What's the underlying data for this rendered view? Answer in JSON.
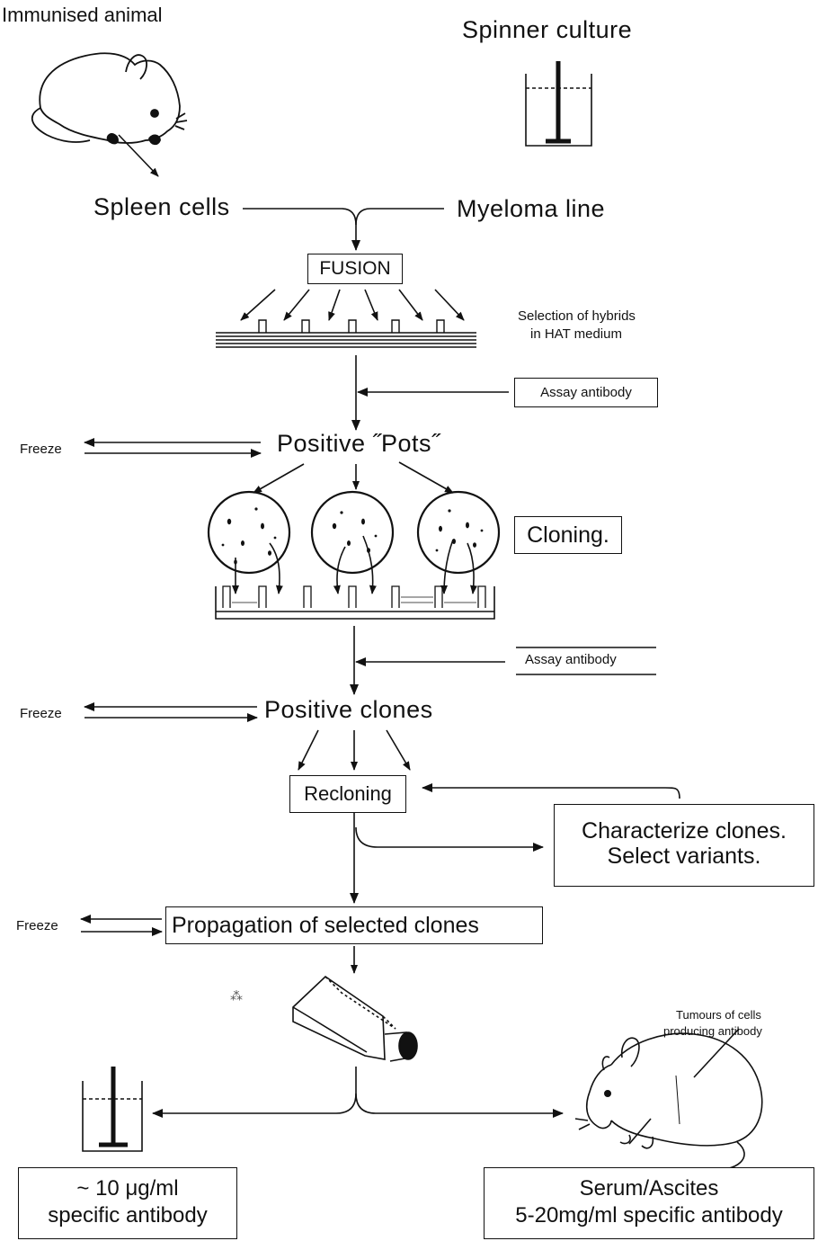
{
  "top": {
    "immunised_animal": "Immunised animal",
    "spinner_culture": "Spinner culture",
    "spleen_cells": "Spleen cells",
    "myeloma_line": "Myeloma line"
  },
  "fusion": {
    "label": "FUSION",
    "selection_line1": "Selection of hybrids",
    "selection_line2": "in HAT medium",
    "assay1": "Assay antibody"
  },
  "pots": {
    "freeze": "Freeze",
    "positive_pots": "Positive ˝Pots˝",
    "cloning": "Cloning."
  },
  "clones": {
    "assay2": "Assay antibody",
    "freeze": "Freeze",
    "positive_clones": "Positive clones",
    "recloning": "Recloning",
    "characterize_line1": "Characterize clones.",
    "characterize_line2": "Select variants."
  },
  "propagation": {
    "freeze": "Freeze",
    "label": "Propagation of selected clones"
  },
  "bottom": {
    "tumours_line1": "Tumours of cells",
    "tumours_line2": "producing antibody",
    "left_line1": "~ 10 μg/ml",
    "left_line2": "specific antibody",
    "right_line1": "Serum/Ascites",
    "right_line2": "5-20mg/ml specific antibody"
  }
}
